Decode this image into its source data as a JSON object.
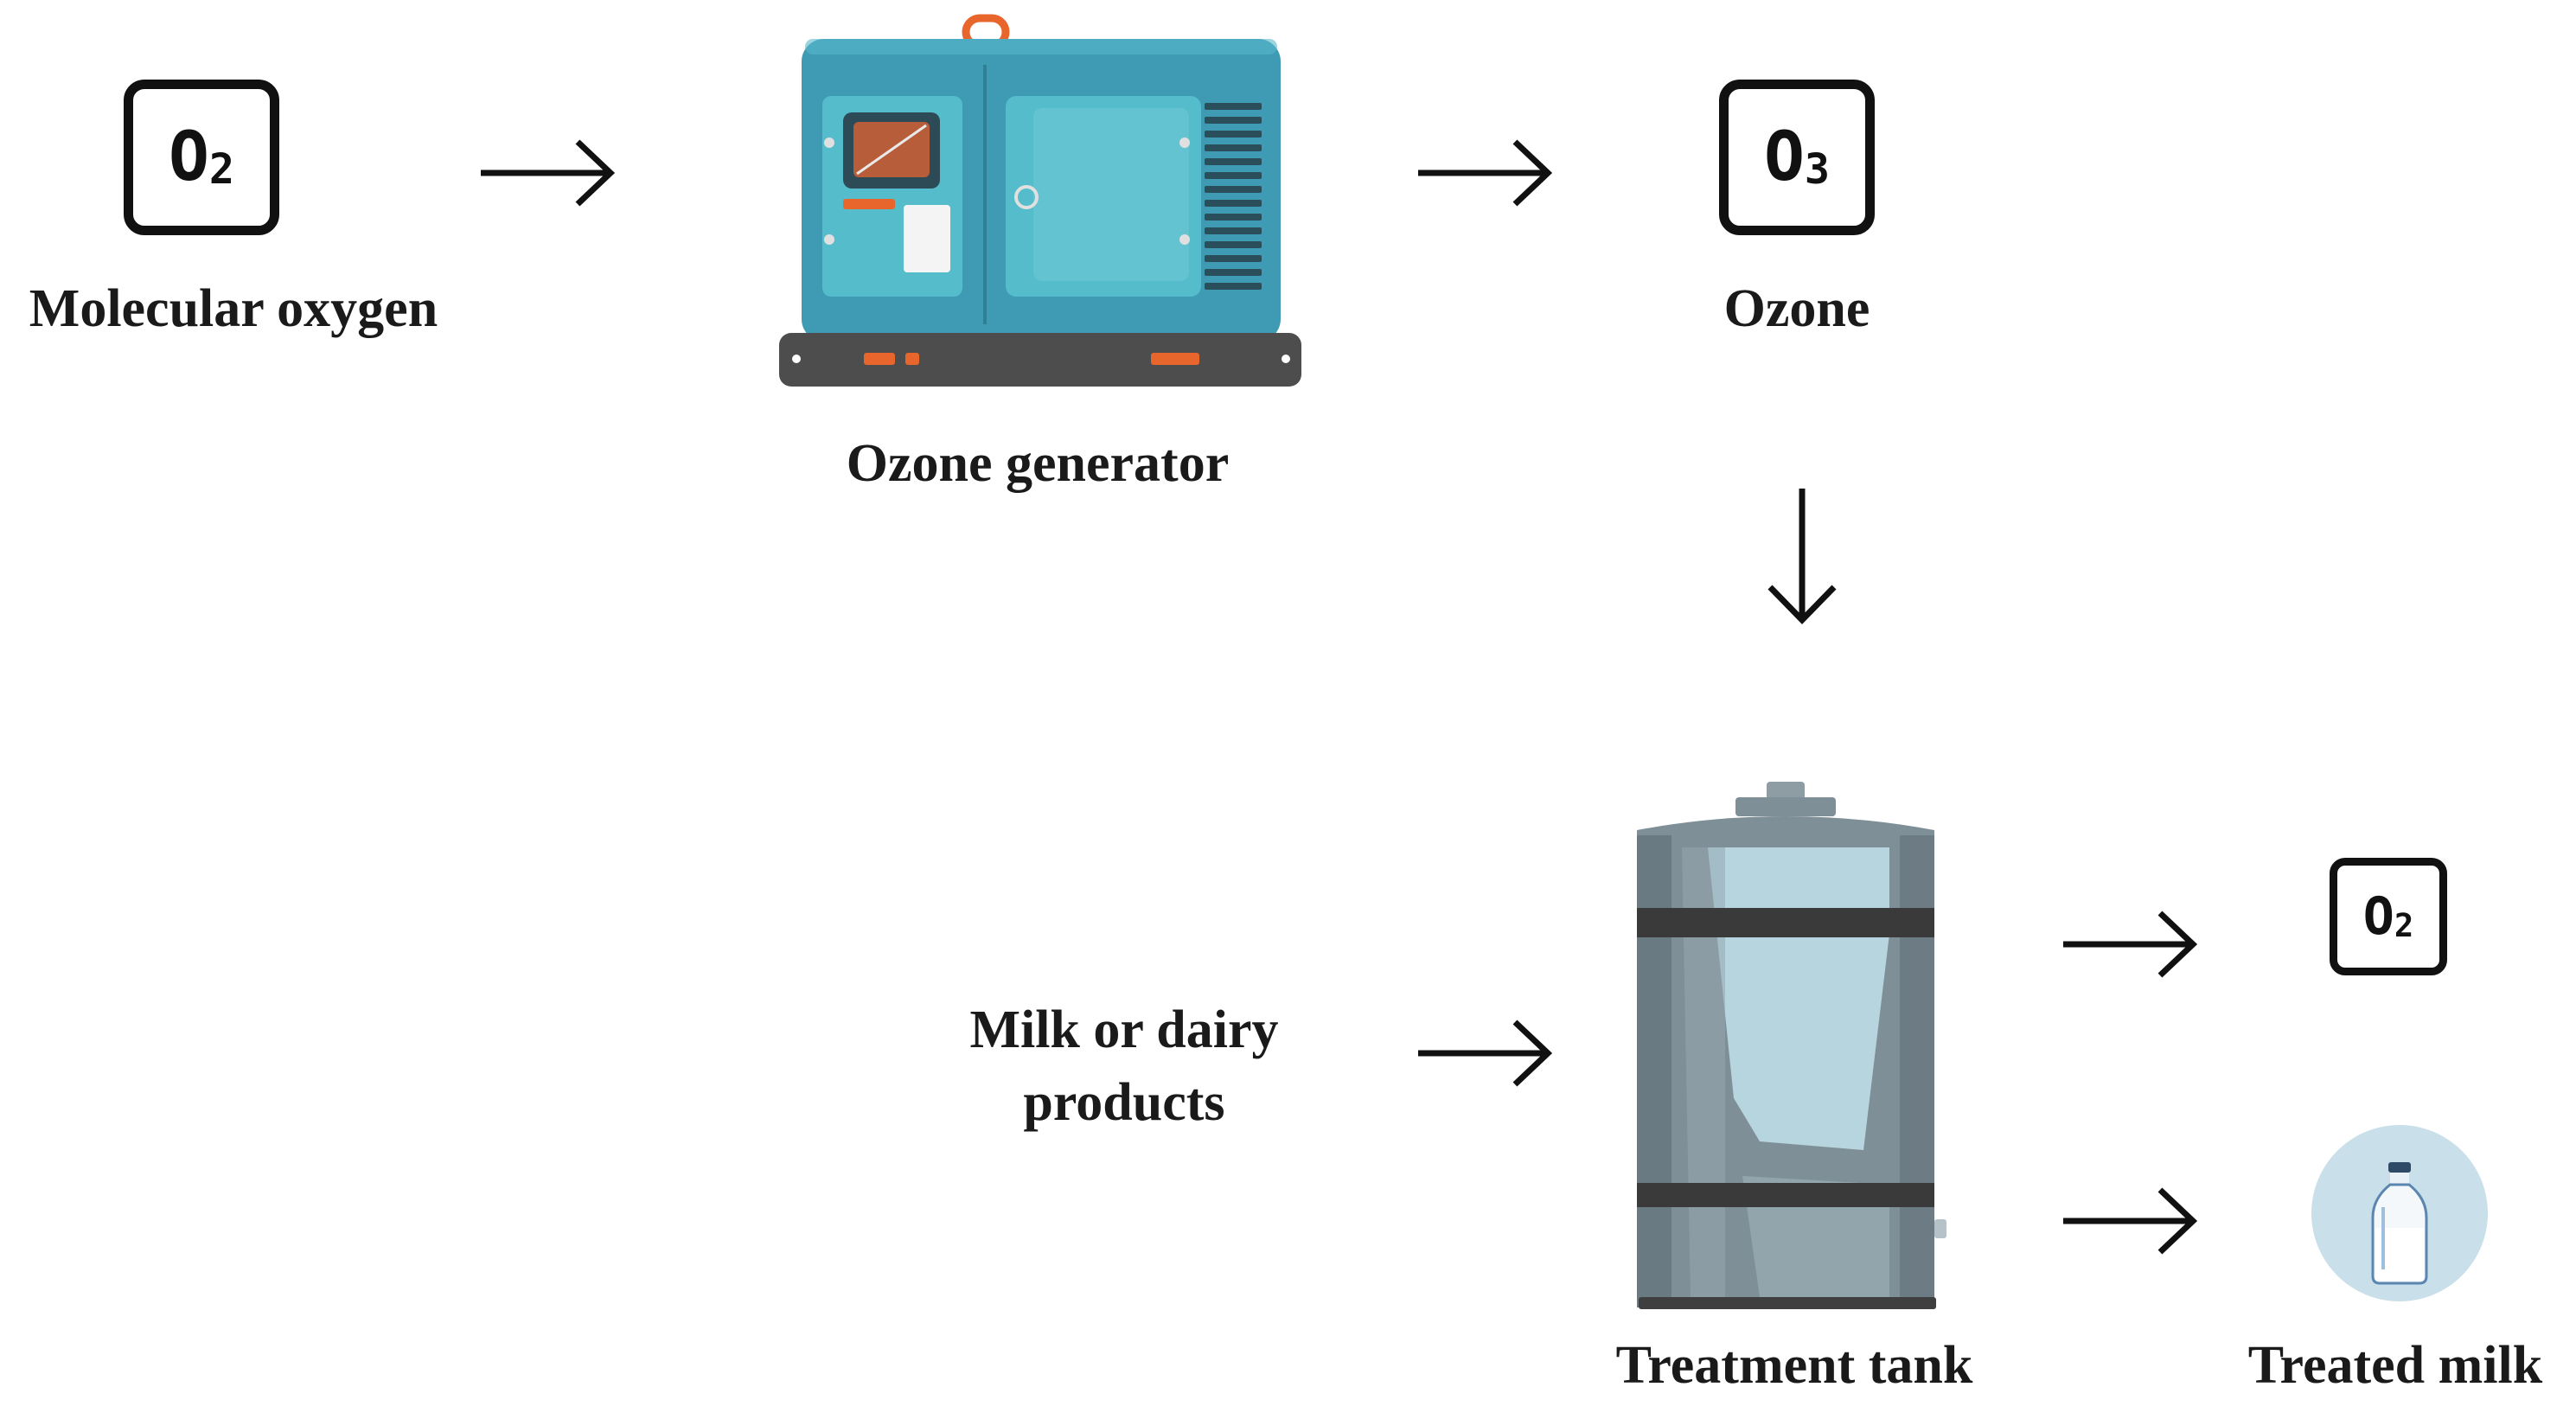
{
  "nodes": {
    "molecular_oxygen": {
      "symbol": "O",
      "subscript": "2",
      "label": "Molecular oxygen"
    },
    "ozone_generator": {
      "label": "Ozone generator"
    },
    "ozone": {
      "symbol": "O",
      "subscript": "3",
      "label": "Ozone"
    },
    "milk_input": {
      "label_line1": "Milk or dairy",
      "label_line2": "products"
    },
    "treatment_tank": {
      "label": "Treatment tank"
    },
    "oxygen_output": {
      "symbol": "O",
      "subscript": "2"
    },
    "treated_milk": {
      "label": "Treated milk"
    }
  },
  "colors": {
    "generator_body": "#3e9bb3",
    "generator_panel": "#55bccb",
    "generator_base": "#4d4d4d",
    "accent_orange": "#e8662c",
    "tank_body": "#7f8f97",
    "tank_band": "#3a3a3a",
    "tank_window": "#b7d5de",
    "milk_circle": "#c9dfea",
    "text": "#1a1a1a"
  }
}
